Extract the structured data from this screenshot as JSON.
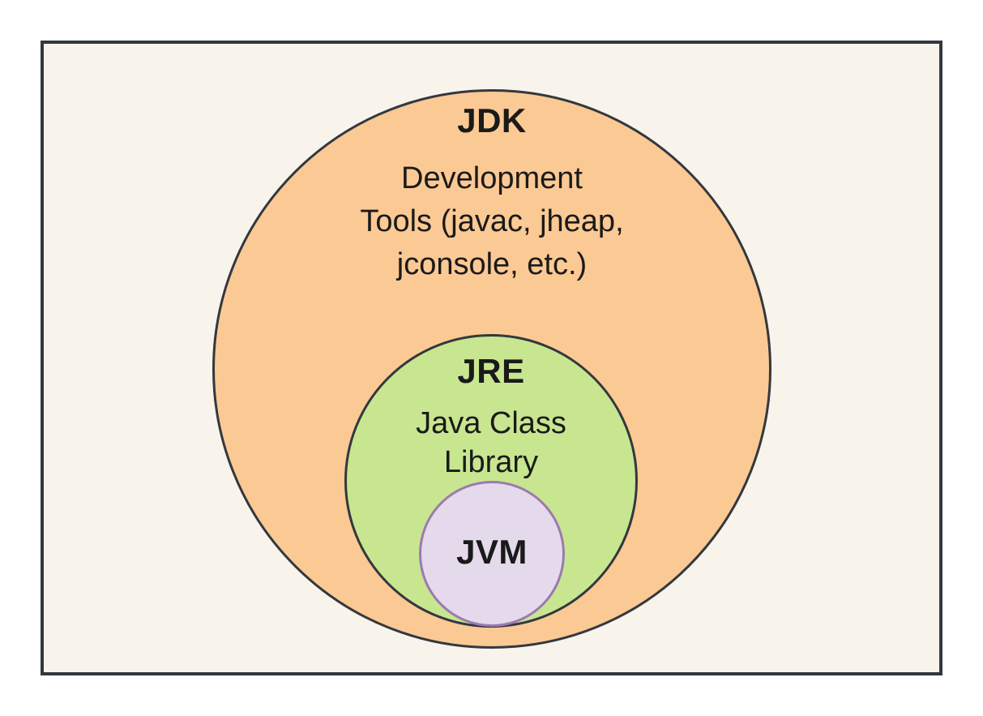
{
  "diagram": {
    "type": "nested-sets",
    "subject": "Java platform components",
    "canvas_background": "#F8F4EC",
    "frame_border_color": "#33383F",
    "text_color": "#1A1A1A",
    "sets": [
      {
        "id": "jdk",
        "label": "JDK",
        "description_lines": [
          "Development",
          "Tools (javac, jheap,",
          "jconsole, etc.)"
        ],
        "fill": "#FBC993",
        "border_color": "#33383F",
        "contains": "jre"
      },
      {
        "id": "jre",
        "label": "JRE",
        "description_lines": [
          "Java Class",
          "Library"
        ],
        "fill": "#C8E690",
        "border_color": "#33383F",
        "contains": "jvm"
      },
      {
        "id": "jvm",
        "label": "JVM",
        "description_lines": [],
        "fill": "#E4DAEB",
        "border_color": "#9B7BAF",
        "contains": null
      }
    ]
  }
}
